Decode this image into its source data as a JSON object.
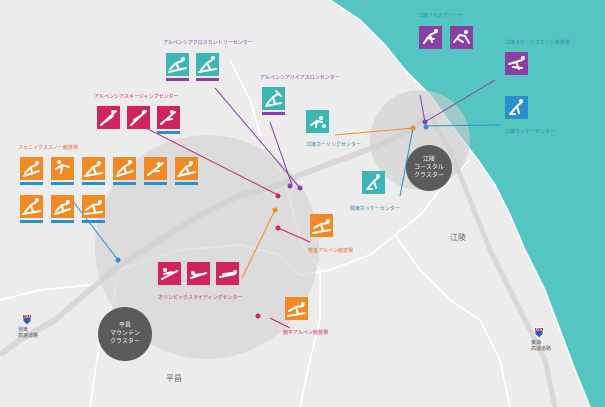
{
  "colors": {
    "teal": "#3cb5b5",
    "purple": "#8a3fa6",
    "pink": "#d0245c",
    "orange": "#f08a24",
    "blue": "#2a8fd0",
    "sea": "#55c5c2",
    "cluster": "#5b5b5b"
  },
  "venues": {
    "ice_arena": "江陵アイスアリーナ",
    "speed_skating": "江陵スピードスケート競技場",
    "hockey_center": "江陵ホッケーセンター",
    "curling": "江陵カーリングセンター",
    "kwandong": "関東ホッケーセンター",
    "cross_country": "アルペンシアクロスカントリーセンター",
    "biathlon": "アルペンシアバイアスロンセンター",
    "ski_jumping": "アルペンシアスキージャンプセンター",
    "phoenix": "フェニックススノー競技場",
    "jeongseon": "旌善アルペン競技場",
    "sliding": "オリンピックスライディングセンター",
    "yongpyong": "龍平アルペン競技場"
  },
  "clusters": {
    "gangneung": "江陵\nコースタル\nクラスター",
    "pyeongchang": "平昌\nマウンテン\nクラスター"
  },
  "cities": {
    "gangneung": "江陵",
    "pyeongchang": "平昌"
  },
  "highways": {
    "west_number": "50",
    "west_name": "嶺東\n高速道路",
    "east_number": "65",
    "east_name": "東海\n高速道路"
  }
}
